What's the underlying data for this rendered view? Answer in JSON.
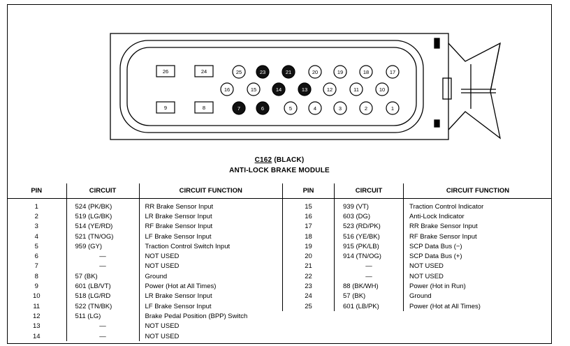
{
  "connector": {
    "id": "C162",
    "color_label": "(BLACK)",
    "name": "ANTI-LOCK BRAKE MODULE",
    "cavities": [
      {
        "pin": "26",
        "shape": "square",
        "filled": false
      },
      {
        "pin": "24",
        "shape": "square",
        "filled": false
      },
      {
        "pin": "9",
        "shape": "square",
        "filled": false
      },
      {
        "pin": "8",
        "shape": "square",
        "filled": false
      },
      {
        "pin": "25",
        "shape": "round",
        "filled": false
      },
      {
        "pin": "23",
        "shape": "round",
        "filled": true
      },
      {
        "pin": "21",
        "shape": "round",
        "filled": true
      },
      {
        "pin": "20",
        "shape": "round",
        "filled": false
      },
      {
        "pin": "19",
        "shape": "round",
        "filled": false
      },
      {
        "pin": "18",
        "shape": "round",
        "filled": false
      },
      {
        "pin": "17",
        "shape": "round",
        "filled": false
      },
      {
        "pin": "16",
        "shape": "round",
        "filled": false
      },
      {
        "pin": "15",
        "shape": "round",
        "filled": false
      },
      {
        "pin": "14",
        "shape": "round",
        "filled": true
      },
      {
        "pin": "13",
        "shape": "round",
        "filled": true
      },
      {
        "pin": "12",
        "shape": "round",
        "filled": false
      },
      {
        "pin": "11",
        "shape": "round",
        "filled": false
      },
      {
        "pin": "10",
        "shape": "round",
        "filled": false
      },
      {
        "pin": "7",
        "shape": "round",
        "filled": true
      },
      {
        "pin": "6",
        "shape": "round",
        "filled": true
      },
      {
        "pin": "5",
        "shape": "round",
        "filled": false
      },
      {
        "pin": "4",
        "shape": "round",
        "filled": false
      },
      {
        "pin": "3",
        "shape": "round",
        "filled": false
      },
      {
        "pin": "2",
        "shape": "round",
        "filled": false
      },
      {
        "pin": "1",
        "shape": "round",
        "filled": false
      }
    ]
  },
  "table": {
    "headers": {
      "pin": "PIN",
      "circuit": "CIRCUIT",
      "function": "CIRCUIT FUNCTION"
    },
    "left": [
      {
        "pin": "1",
        "circuit": "524 (PK/BK)",
        "function": "RR Brake Sensor Input"
      },
      {
        "pin": "2",
        "circuit": "519 (LG/BK)",
        "function": "LR Brake Sensor Input"
      },
      {
        "pin": "3",
        "circuit": "514 (YE/RD)",
        "function": "RF Brake Sensor Input"
      },
      {
        "pin": "4",
        "circuit": "521 (TN/OG)",
        "function": "LF Brake Sensor Input"
      },
      {
        "pin": "5",
        "circuit": "959 (GY)",
        "function": "Traction Control Switch Input"
      },
      {
        "pin": "6",
        "circuit": "—",
        "function": "NOT USED"
      },
      {
        "pin": "7",
        "circuit": "—",
        "function": "NOT USED"
      },
      {
        "pin": "8",
        "circuit": "57 (BK)",
        "function": "Ground"
      },
      {
        "pin": "9",
        "circuit": "601 (LB/VT)",
        "function": "Power (Hot at All Times)"
      },
      {
        "pin": "10",
        "circuit": "518 (LG/RD",
        "function": "LR Brake Sensor Input"
      },
      {
        "pin": "11",
        "circuit": "522 (TN/BK)",
        "function": "LF Brake Sensor Input"
      },
      {
        "pin": "12",
        "circuit": "511 (LG)",
        "function": "Brake Pedal Position (BPP) Switch"
      },
      {
        "pin": "13",
        "circuit": "—",
        "function": "NOT USED"
      },
      {
        "pin": "14",
        "circuit": "—",
        "function": "NOT USED"
      }
    ],
    "right": [
      {
        "pin": "15",
        "circuit": "939 (VT)",
        "function": "Traction Control Indicator"
      },
      {
        "pin": "16",
        "circuit": "603 (DG)",
        "function": "Anti-Lock Indicator"
      },
      {
        "pin": "17",
        "circuit": "523 (RD/PK)",
        "function": "RR Brake Sensor Input"
      },
      {
        "pin": "18",
        "circuit": "516 (YE/BK)",
        "function": "RF Brake Sensor Input"
      },
      {
        "pin": "19",
        "circuit": "915 (PK/LB)",
        "function": "SCP Data Bus (−)"
      },
      {
        "pin": "20",
        "circuit": "914 (TN/OG)",
        "function": "SCP Data Bus (+)"
      },
      {
        "pin": "21",
        "circuit": "—",
        "function": "NOT USED"
      },
      {
        "pin": "22",
        "circuit": "—",
        "function": "NOT USED"
      },
      {
        "pin": "23",
        "circuit": "88 (BK/WH)",
        "function": "Power (Hot in Run)"
      },
      {
        "pin": "24",
        "circuit": "57 (BK)",
        "function": "Ground"
      },
      {
        "pin": "25",
        "circuit": "601 (LB/PK)",
        "function": "Power (Hot at All Times)"
      }
    ]
  }
}
